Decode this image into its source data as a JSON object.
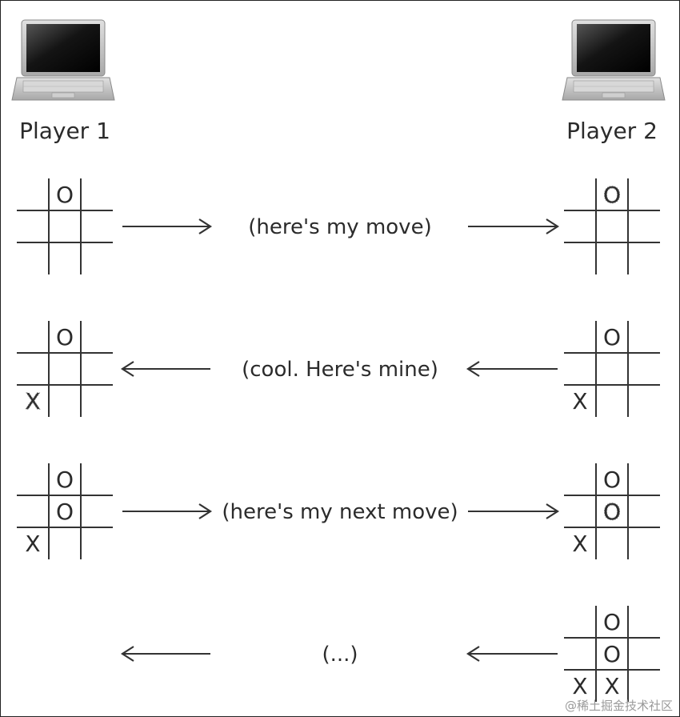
{
  "players": {
    "left": {
      "label": "Player 1"
    },
    "right": {
      "label": "Player 2"
    }
  },
  "colors": {
    "ink": "#2b2b2b",
    "line": "#333333",
    "laptop_body": "#c9c9c9",
    "laptop_screen": "#111111"
  },
  "icons": {
    "computer": "laptop-icon",
    "arrow_right": "arrow-right-icon",
    "arrow_left": "arrow-left-icon"
  },
  "rows": [
    {
      "message": "(here's my move)",
      "direction": "right",
      "left_board": [
        "",
        "O",
        "",
        "",
        "",
        "",
        "",
        "",
        ""
      ],
      "left_highlight": [],
      "right_board": [
        "",
        "O",
        "",
        "",
        "",
        "",
        "",
        "",
        ""
      ],
      "right_highlight": [
        1
      ]
    },
    {
      "message": "(cool. Here's mine)",
      "direction": "left",
      "left_board": [
        "",
        "O",
        "",
        "",
        "",
        "",
        "X",
        "",
        ""
      ],
      "left_highlight": [
        6
      ],
      "right_board": [
        "",
        "O",
        "",
        "",
        "",
        "",
        "X",
        "",
        ""
      ],
      "right_highlight": []
    },
    {
      "message": "(here's my next move)",
      "direction": "right",
      "left_board": [
        "",
        "O",
        "",
        "",
        "O",
        "",
        "X",
        "",
        ""
      ],
      "left_highlight": [],
      "right_board": [
        "",
        "O",
        "",
        "",
        "O",
        "",
        "X",
        "",
        ""
      ],
      "right_highlight": [
        4
      ]
    },
    {
      "message": "(...)",
      "direction": "left",
      "left_board": null,
      "left_highlight": [],
      "right_board": [
        "",
        "O",
        "",
        "",
        "O",
        "",
        "X",
        "X",
        ""
      ],
      "right_highlight": []
    }
  ],
  "watermark": "@稀土掘金技术社区"
}
